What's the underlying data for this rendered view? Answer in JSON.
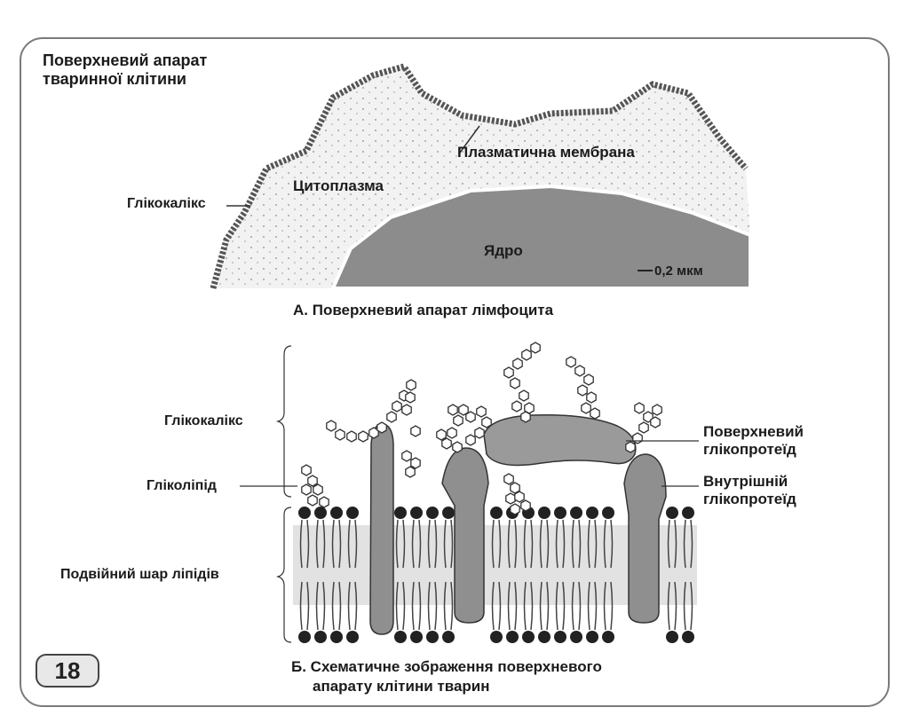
{
  "page_number": "18",
  "panel_a": {
    "title": "Поверхневий апарат тваринної клітини",
    "labels": {
      "glycocalyx": "Глікокалікс",
      "cytoplasm": "Цитоплазма",
      "plasma_membrane": "Плазматична мембрана",
      "nucleus": "Ядро",
      "scale_bar": "0,2 мкм"
    },
    "caption": "А. Поверхневий апарат лімфоцита"
  },
  "panel_b": {
    "labels": {
      "glycocalyx": "Глікокалікс",
      "glycolipid": "Гліколіпід",
      "lipid_bilayer": "Подвійний шар ліпідів",
      "surface_glycoprotein_1": "Поверхневий",
      "surface_glycoprotein_2": "глікопротеїд",
      "inner_glycoprotein_1": "Внутрішній",
      "inner_glycoprotein_2": "глікопротеїд"
    },
    "caption_line1": "Б. Схематичне зображення поверхневого",
    "caption_line2": "апарату клітини тварин"
  }
}
